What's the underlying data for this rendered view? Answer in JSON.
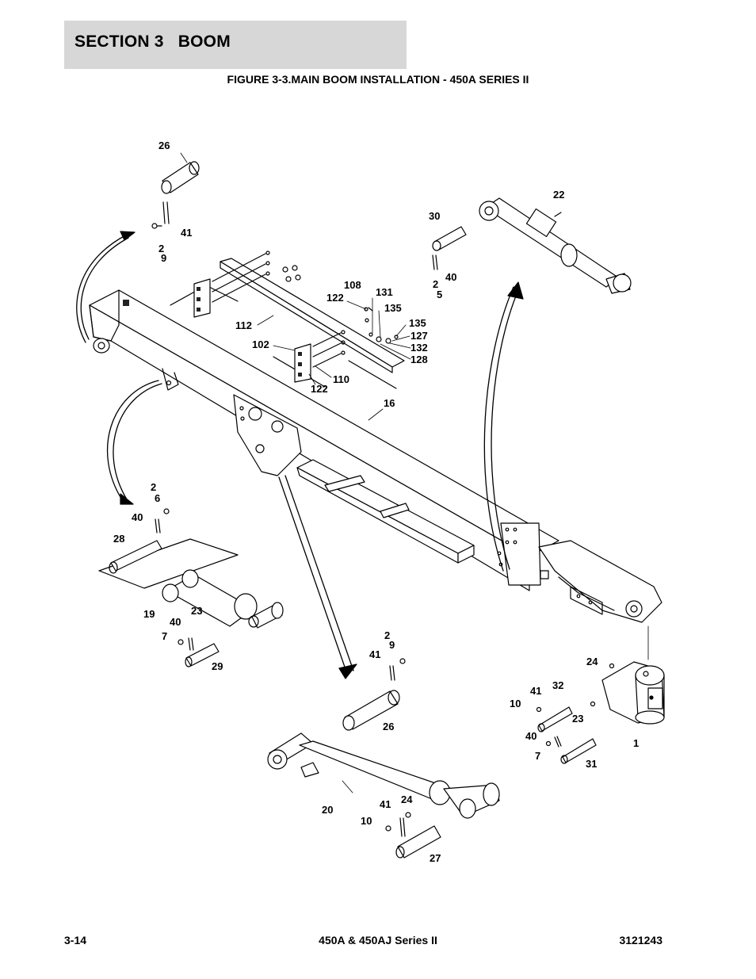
{
  "header": {
    "section_title": "SECTION 3   BOOM",
    "figure_title": "FIGURE 3-3.MAIN BOOM INSTALLATION - 450A SERIES II"
  },
  "callouts": {
    "c26_top": "26",
    "c41_top": "41",
    "c2_top": "2",
    "c9_top": "9",
    "c30": "30",
    "c22": "22",
    "c2_right": "2",
    "c40_right": "40",
    "c5": "5",
    "c108": "108",
    "c122_a": "122",
    "c131": "131",
    "c135_a": "135",
    "c112": "112",
    "c135_b": "135",
    "c127": "127",
    "c102": "102",
    "c132": "132",
    "c128": "128",
    "c110": "110",
    "c122_b": "122",
    "c16": "16",
    "c2_left": "2",
    "c6": "6",
    "c40_left": "40",
    "c28": "28",
    "c19": "19",
    "c40_mid": "40",
    "c23_left": "23",
    "c7_left": "7",
    "c29": "29",
    "c2_mid": "2",
    "c9_mid": "9",
    "c41_mid": "41",
    "c26_mid": "26",
    "c24_right": "24",
    "c32": "32",
    "c41_right": "41",
    "c10_right": "10",
    "c23_right": "23",
    "c40_rt": "40",
    "c1": "1",
    "c7_right": "7",
    "c31": "31",
    "c20": "20",
    "c41_bot": "41",
    "c24_bot": "24",
    "c10_bot": "10",
    "c27": "27"
  },
  "footer": {
    "page_number": "3-14",
    "model": "450A & 450AJ Series II",
    "doc_number": "3121243"
  }
}
